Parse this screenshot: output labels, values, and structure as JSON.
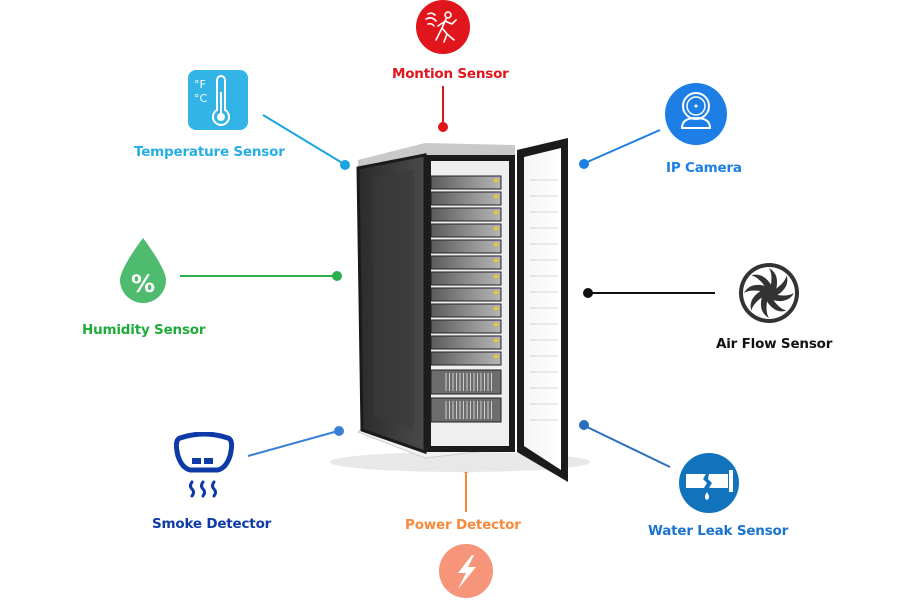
{
  "diagram": {
    "center": "server-rack",
    "sensors": [
      {
        "id": "motion",
        "label": "Montion Sensor",
        "icon": "motion-sensor-icon",
        "color": "#e0161c"
      },
      {
        "id": "temperature",
        "label": "Temperature Sensor",
        "icon": "thermometer-icon",
        "color": "#26aee6",
        "icon_units": [
          "°F",
          "°C"
        ]
      },
      {
        "id": "ipcamera",
        "label": "IP Camera",
        "icon": "webcam-icon",
        "color": "#1d7fe5"
      },
      {
        "id": "humidity",
        "label": "Humidity Sensor",
        "icon": "humidity-drop-icon",
        "color": "#1fac3a",
        "icon_color": "#4fbb6f",
        "icon_text": "%"
      },
      {
        "id": "airflow",
        "label": "Air Flow Sensor",
        "icon": "fan-icon",
        "color": "#111111",
        "icon_color": "#333333"
      },
      {
        "id": "smoke",
        "label": "Smoke Detector",
        "icon": "smoke-detector-icon",
        "color": "#0e3aa8",
        "line_color": "#3a80d6"
      },
      {
        "id": "power",
        "label": "Power Detector",
        "icon": "lightning-icon",
        "color": "#f58a3c",
        "icon_color": "#f6957a"
      },
      {
        "id": "waterleak",
        "label": "Water Leak Sensor",
        "icon": "water-leak-icon",
        "color": "#1a73d0",
        "icon_color": "#1273bd",
        "line_color": "#2b6fc0"
      }
    ]
  }
}
